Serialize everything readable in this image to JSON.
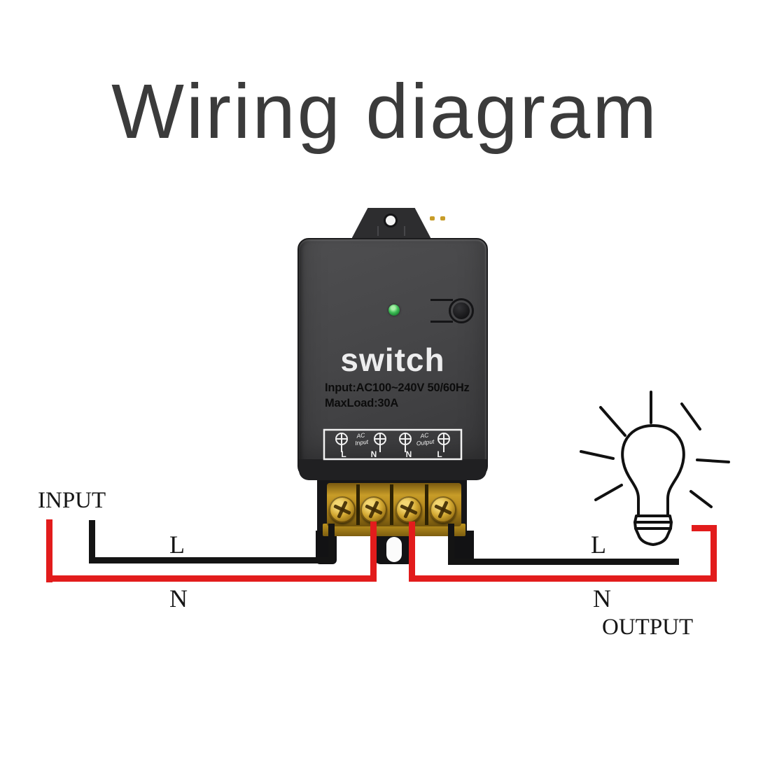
{
  "title": "Wiring diagram",
  "device": {
    "brand_label": "switch",
    "spec_input": "Input:AC100~240V 50/60Hz",
    "spec_maxload": "MaxLoad:30A",
    "legend": {
      "group_input_line1": "AC",
      "group_input_line2": "Input",
      "group_output_line1": "AC",
      "group_output_line2": "Output",
      "pins": [
        "L",
        "N",
        "N",
        "L"
      ]
    },
    "led_color": "#2f9e44",
    "body_color": "#454547",
    "terminal_color": "#c79c28"
  },
  "wiring": {
    "input_label": "INPUT",
    "output_label": "OUTPUT",
    "left_line_label": "L",
    "left_neutral_label": "N",
    "right_line_label": "L",
    "right_neutral_label": "N",
    "line_wire_color": "#141414",
    "neutral_wire_color": "#e21c1c"
  }
}
